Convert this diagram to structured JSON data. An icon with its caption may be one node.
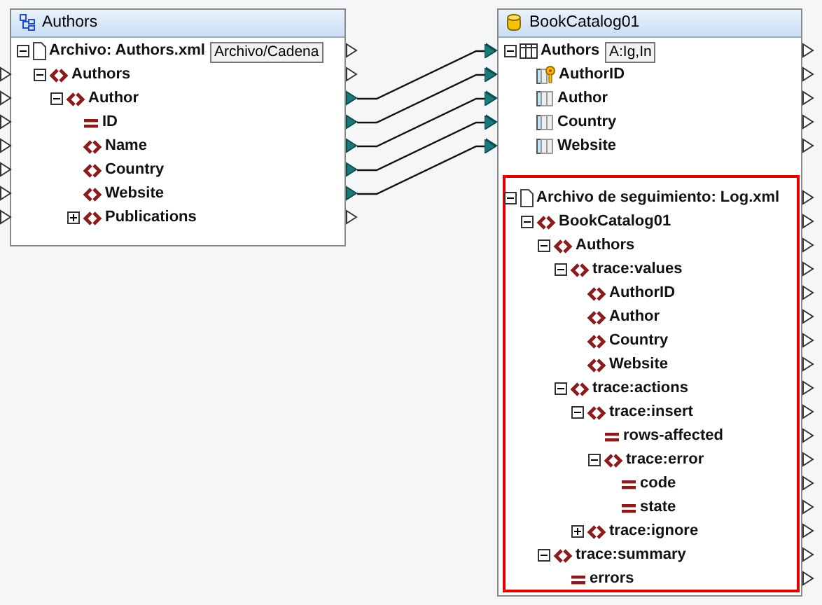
{
  "diagram": {
    "nodes": [
      {
        "text": [
          "Authors"
        ]
      },
      {
        "text": [
          "Archivo: Authors.xml",
          "Archivo/Cadena"
        ],
        "in": 0
      },
      {
        "text": [
          "Authors"
        ],
        "in": 0
      },
      {
        "text": [
          "Author"
        ],
        "in": 0
      },
      {
        "text": [
          "ID"
        ],
        "in": 0
      },
      {
        "text": [
          "Name"
        ],
        "in": 0
      },
      {
        "text": [
          "Country"
        ],
        "in": 0
      },
      {
        "text": [
          "Website"
        ],
        "in": 0
      },
      {
        "text": [
          "Publications"
        ],
        "in": 0
      },
      {
        "text": [
          "BookCatalog01"
        ]
      },
      {
        "text": [
          "Authors",
          "A:Ig,In"
        ],
        "in": 9
      },
      {
        "text": [
          "AuthorID"
        ],
        "in": 9
      },
      {
        "text": [
          "Author"
        ],
        "in": 9
      },
      {
        "text": [
          "Country"
        ],
        "in": 9
      },
      {
        "text": [
          "Website"
        ],
        "in": 9
      },
      {
        "text": [
          "Archivo de seguimiento: Log.xml"
        ],
        "in": 9
      },
      {
        "text": [
          "BookCatalog01"
        ],
        "in": 9
      },
      {
        "text": [
          "Authors"
        ],
        "in": 9
      },
      {
        "text": [
          "trace:values"
        ],
        "in": 9
      },
      {
        "text": [
          "AuthorID"
        ],
        "in": 9
      },
      {
        "text": [
          "Author"
        ],
        "in": 9
      },
      {
        "text": [
          "Country"
        ],
        "in": 9
      },
      {
        "text": [
          "Website"
        ],
        "in": 9
      },
      {
        "text": [
          "trace:actions"
        ],
        "in": 9
      },
      {
        "text": [
          "trace:insert"
        ],
        "in": 9
      },
      {
        "text": [
          "rows-affected"
        ],
        "in": 9
      },
      {
        "text": [
          "trace:error"
        ],
        "in": 9
      },
      {
        "text": [
          "code"
        ],
        "in": 9
      },
      {
        "text": [
          "state"
        ],
        "in": 9
      },
      {
        "text": [
          "trace:ignore"
        ],
        "in": 9
      },
      {
        "text": [
          "trace:summary"
        ],
        "in": 9
      },
      {
        "text": [
          "errors"
        ],
        "in": 9
      }
    ],
    "edges": [
      {
        "from": 3,
        "to": 10,
        "arrow": "to"
      },
      {
        "from": 4,
        "to": 11,
        "arrow": "to"
      },
      {
        "from": 5,
        "to": 12,
        "arrow": "to"
      },
      {
        "from": 6,
        "to": 13,
        "arrow": "to"
      },
      {
        "from": 7,
        "to": 14,
        "arrow": "to"
      }
    ]
  }
}
